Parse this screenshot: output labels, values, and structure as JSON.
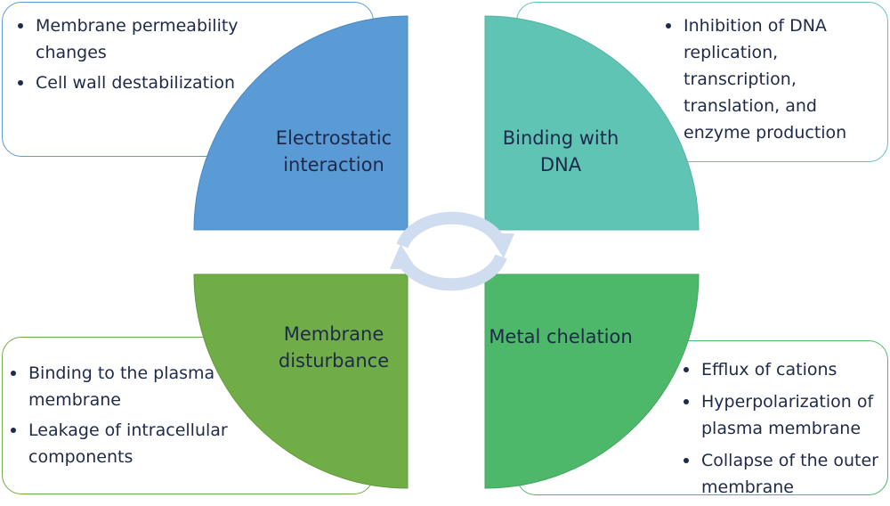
{
  "quadrants": {
    "top_left": {
      "title": "Electrostatic interaction",
      "color": "#5b9bd5",
      "bullets": [
        "Membrane permeability changes",
        "Cell wall destabilization"
      ]
    },
    "top_right": {
      "title": "Binding with DNA",
      "color": "#5fc4b4",
      "bullets": [
        "Inhibition of DNA replication, transcription, translation, and enzyme production"
      ]
    },
    "bottom_left": {
      "title": "Membrane disturbance",
      "color": "#70ad47",
      "bullets": [
        "Binding to the plasma membrane",
        "Leakage of intracellular components"
      ]
    },
    "bottom_right": {
      "title": "Metal chelation",
      "color": "#4db86a",
      "bullets": [
        "Efflux of cations",
        "Hyperpolarization of plasma membrane",
        "Collapse of the outer membrane"
      ]
    }
  },
  "cycle_arrow_color": "#d0dcef"
}
